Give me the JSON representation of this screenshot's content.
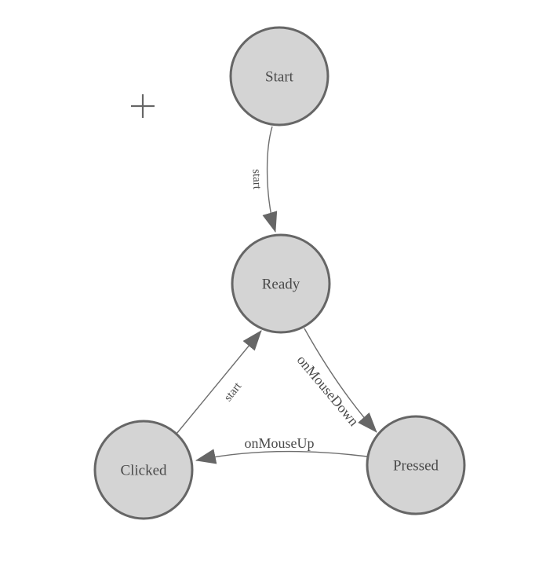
{
  "diagram": {
    "type": "state-machine-diagram",
    "background": "#ffffff",
    "colors": {
      "node_fill": "#d4d4d4",
      "node_stroke": "#666666",
      "edge_stroke": "#6e6e6e",
      "arrowhead_fill": "#666666",
      "label_text": "#4a4a4a",
      "crosshair": "#666666"
    },
    "icons": {
      "canvas_marker": "plus-icon"
    },
    "nodes": [
      {
        "id": "start",
        "label": "Start"
      },
      {
        "id": "ready",
        "label": "Ready"
      },
      {
        "id": "clicked",
        "label": "Clicked"
      },
      {
        "id": "pressed",
        "label": "Pressed"
      }
    ],
    "edges": [
      {
        "from": "Start",
        "to": "Ready",
        "label": "start"
      },
      {
        "from": "Ready",
        "to": "Pressed",
        "label": "onMouseDown"
      },
      {
        "from": "Pressed",
        "to": "Clicked",
        "label": "onMouseUp"
      },
      {
        "from": "Clicked",
        "to": "Ready",
        "label": "start"
      }
    ]
  }
}
